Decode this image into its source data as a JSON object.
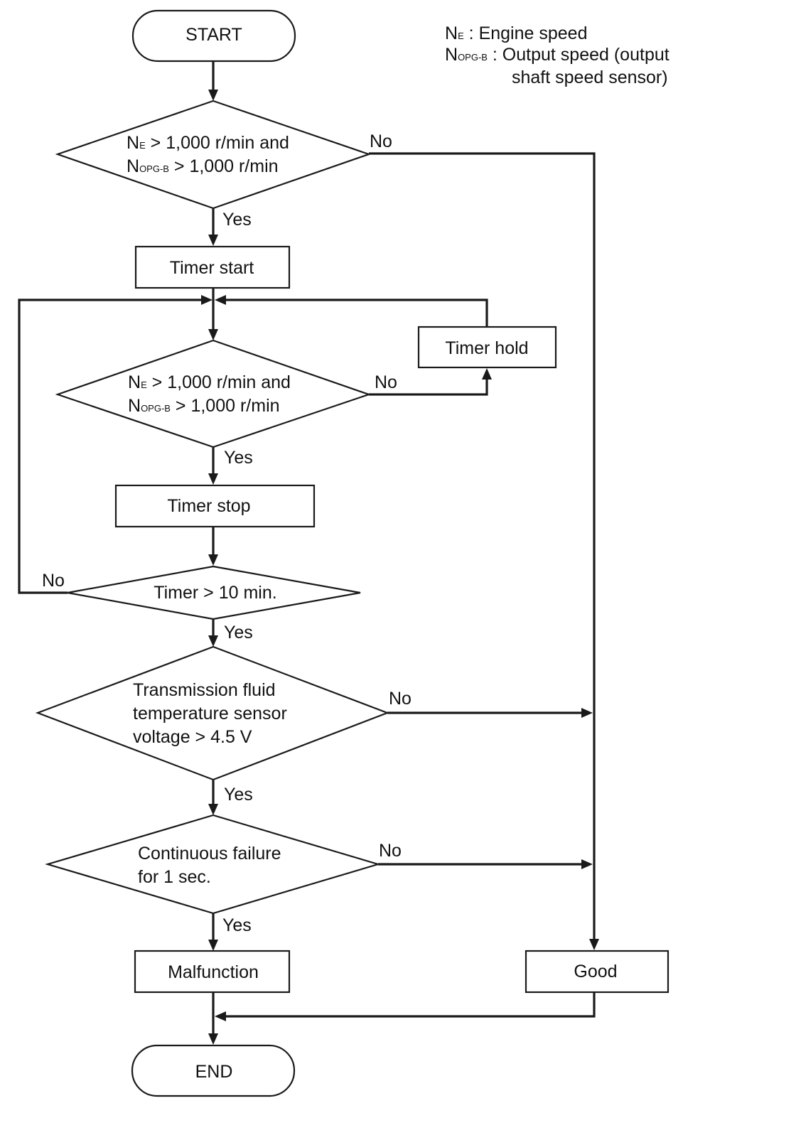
{
  "legend": {
    "ne_base": "N",
    "ne_sub": "E",
    "ne_text": " : Engine speed",
    "nopg_base": "N",
    "nopg_sub": "OPG-B",
    "nopg_text": " : Output speed (output",
    "nopg_text_cont": "shaft speed sensor)"
  },
  "nodes": {
    "start": "START",
    "check1_line1_base": "N",
    "check1_line1_sub": "E",
    "check1_line1_text": " > 1,000 r/min and",
    "check1_line2_base": "N",
    "check1_line2_sub": "OPG-B",
    "check1_line2_text": " > 1,000 r/min",
    "timer_start": "Timer start",
    "timer_hold": "Timer hold",
    "check2_line1_base": "N",
    "check2_line1_sub": "E",
    "check2_line1_text": " > 1,000 r/min and",
    "check2_line2_base": "N",
    "check2_line2_sub": "OPG-B",
    "check2_line2_text": " > 1,000 r/min",
    "timer_stop": "Timer stop",
    "timer_check": "Timer > 10 min.",
    "fluid_check_line1": "Transmission fluid",
    "fluid_check_line2": "temperature sensor",
    "fluid_check_line3": "voltage > 4.5 V",
    "continuous_line1": "Continuous failure",
    "continuous_line2": "for 1 sec.",
    "malfunction": "Malfunction",
    "good": "Good",
    "end": "END"
  },
  "edge_labels": {
    "check1_no": "No",
    "check1_yes": "Yes",
    "check2_no": "No",
    "check2_yes": "Yes",
    "timer_no": "No",
    "timer_yes": "Yes",
    "fluid_no": "No",
    "fluid_yes": "Yes",
    "continuous_no": "No",
    "continuous_yes": "Yes"
  }
}
